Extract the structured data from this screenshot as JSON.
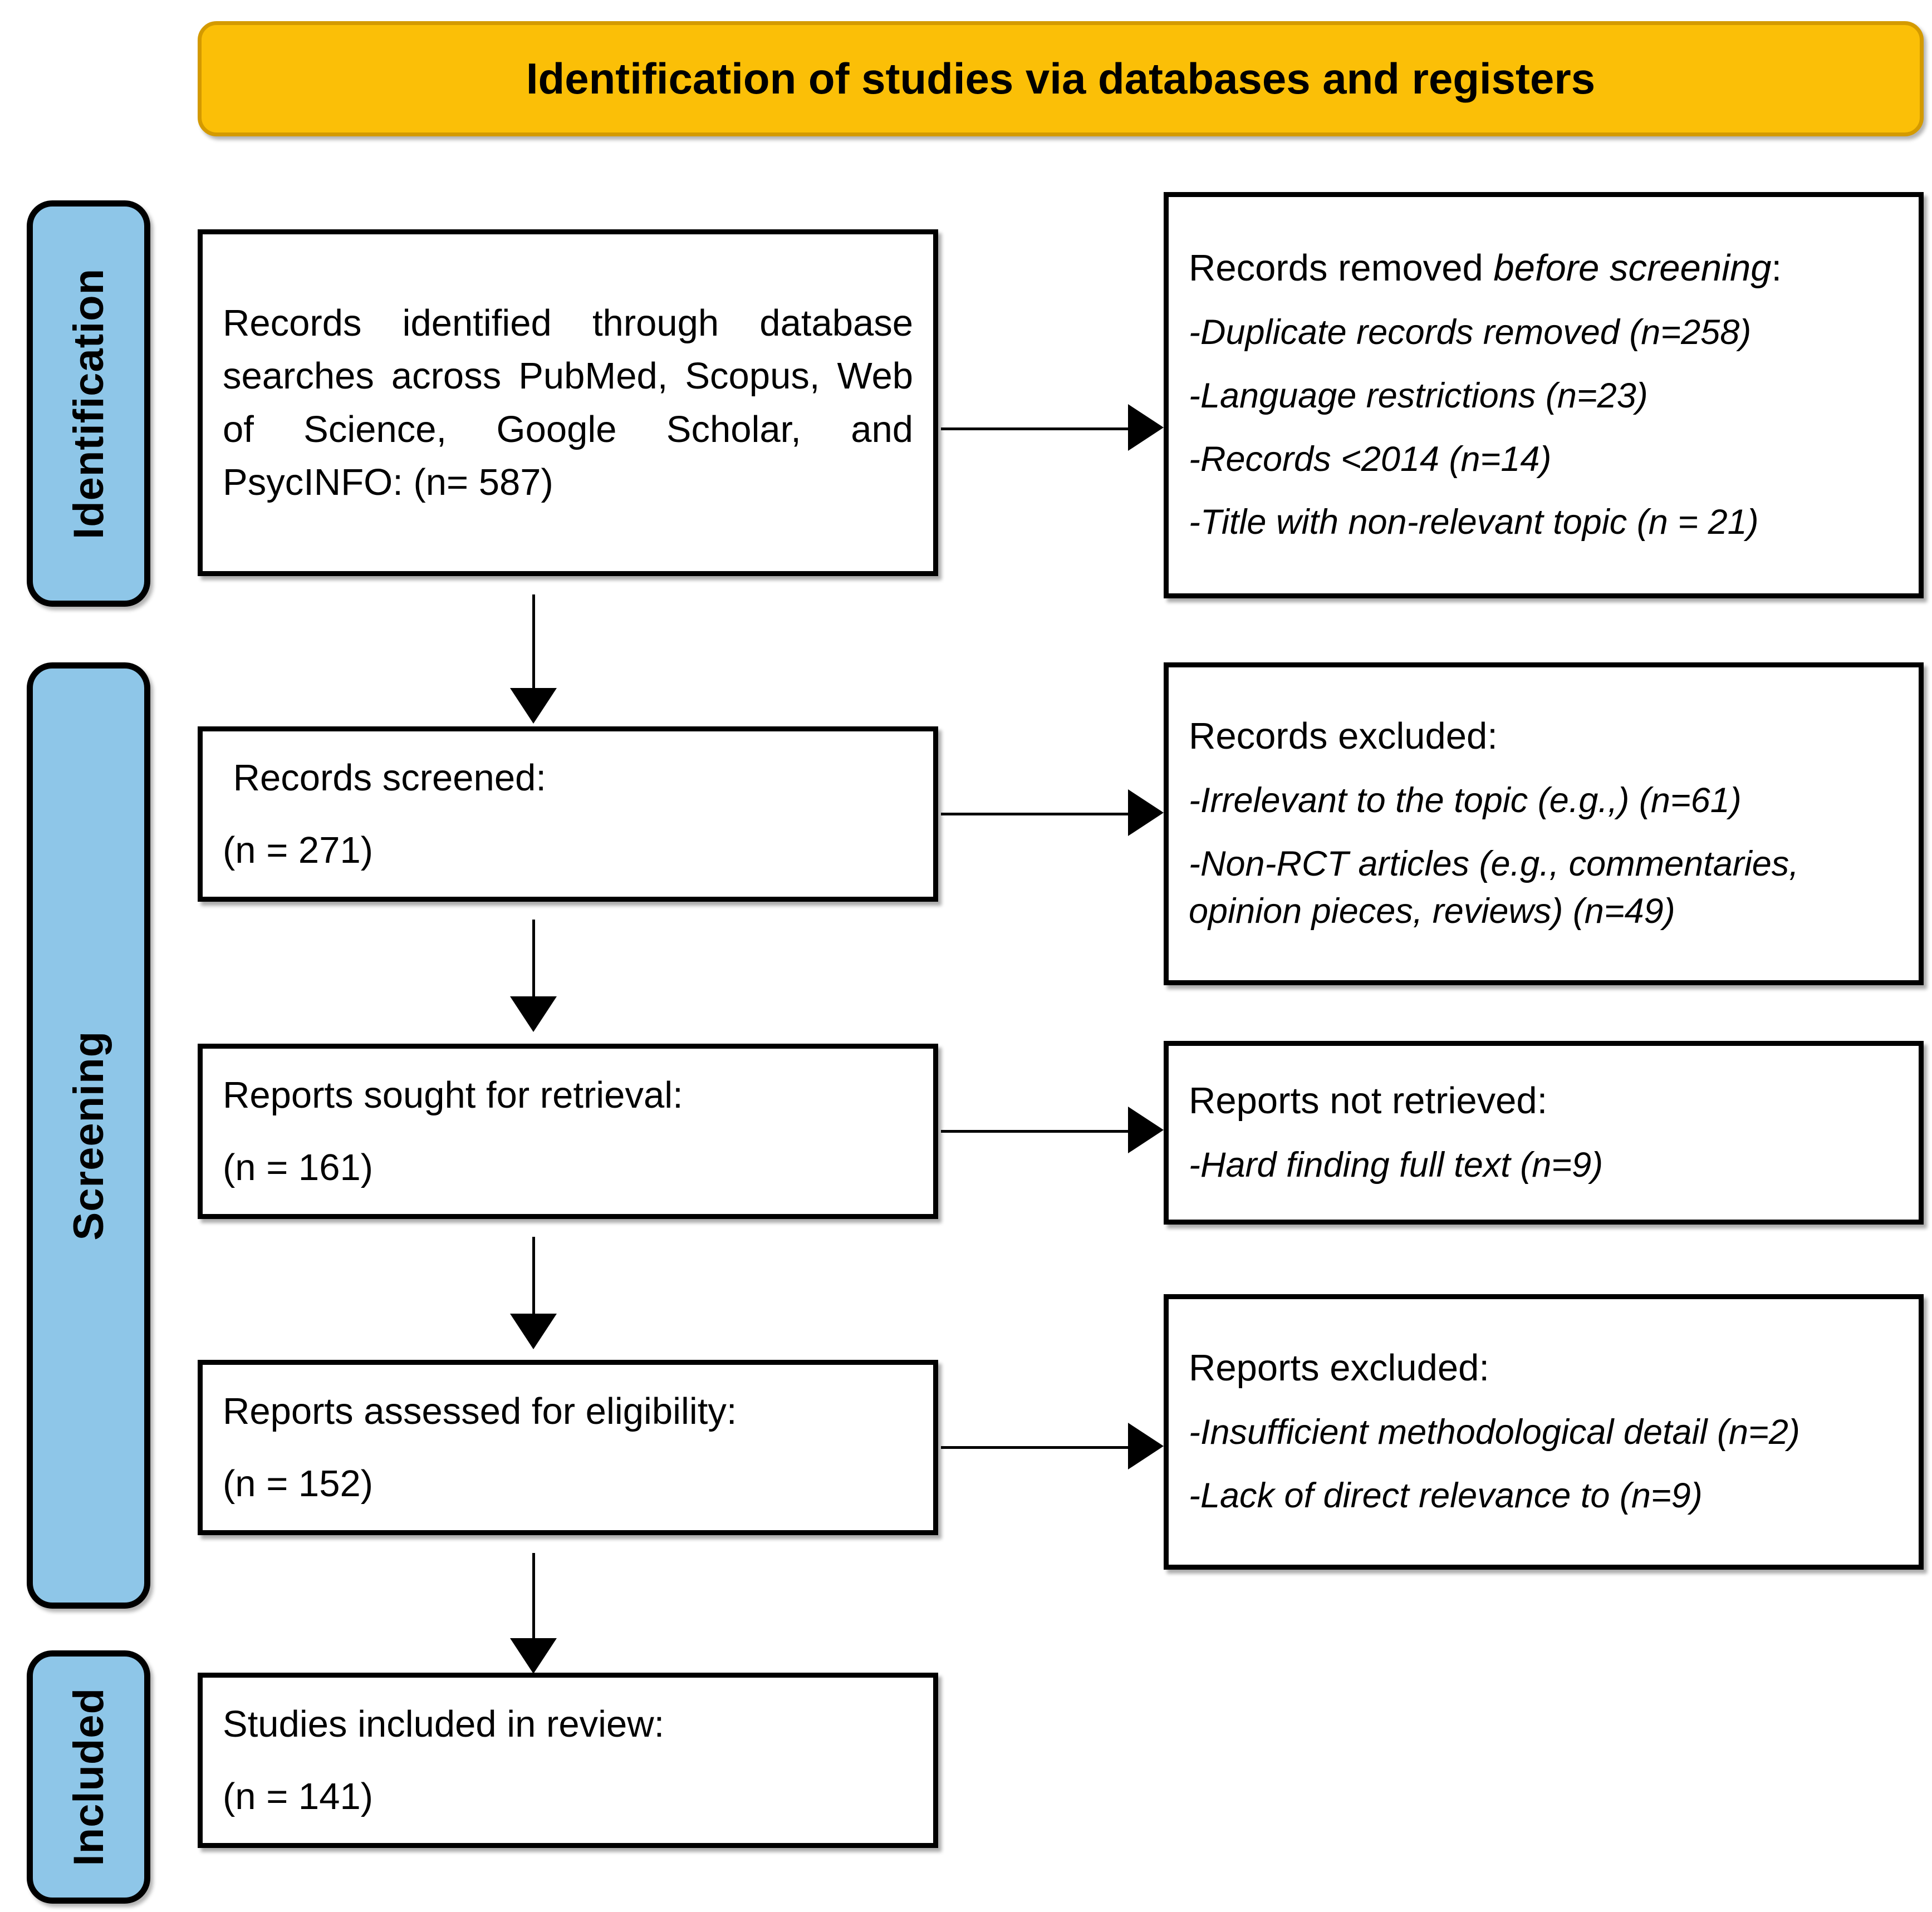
{
  "header": {
    "title": "Identification of studies via databases and registers",
    "fill_color": "#FBBF07",
    "border_color": "#D49A00"
  },
  "phases": {
    "fill_color": "#8EC6E8",
    "identification": "Identification",
    "screening": "Screening",
    "included": "Included"
  },
  "flow": {
    "identified": {
      "text": "Records identified through database searches across PubMed, Scopus, Web of Science, Google Scholar, and PsycINFO: (n= 587)",
      "count": "587"
    },
    "removed_before_screening": {
      "heading_plain": "Records removed ",
      "heading_italic": "before screening",
      "heading_suffix": ":",
      "items": [
        "-Duplicate records removed (n=258)",
        "-Language restrictions (n=23)",
        "-Records <2014 (n=14)",
        "-Title with non-relevant topic (n = 21)"
      ]
    },
    "screened": {
      "line1": " Records screened:",
      "line2": "(n = 271)",
      "count": "271"
    },
    "records_excluded": {
      "heading": "Records excluded:",
      "items": [
        "-Irrelevant to the topic (e.g.,) (n=61)",
        "-Non-RCT articles (e.g., commentaries, opinion pieces, reviews) (n=49)"
      ]
    },
    "sought": {
      "line1": "Reports sought for retrieval:",
      "line2": "(n = 161)",
      "count": "161"
    },
    "not_retrieved": {
      "heading": "Reports not retrieved:",
      "items": [
        "-Hard finding full text (n=9)"
      ]
    },
    "assessed": {
      "line1": "Reports assessed for eligibility:",
      "line2": "(n = 152)",
      "count": "152"
    },
    "reports_excluded": {
      "heading": "Reports excluded:",
      "items": [
        "-Insufficient methodological detail (n=2)",
        "-Lack of direct relevance to (n=9)"
      ]
    },
    "included": {
      "line1": "Studies included in review:",
      "line2": "(n = 141)",
      "count": "141"
    }
  }
}
